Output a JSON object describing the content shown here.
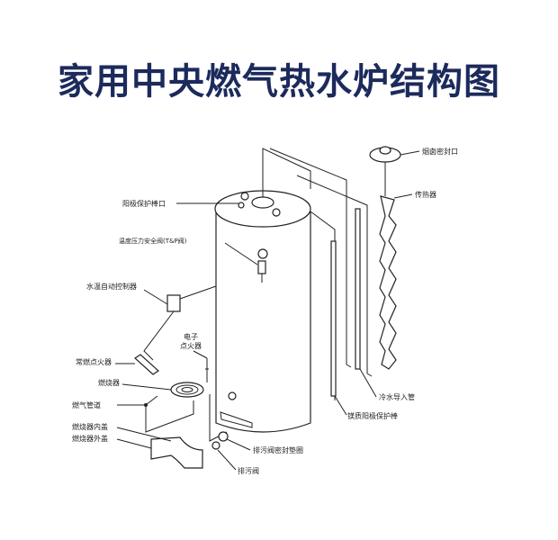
{
  "title": "家用中央燃气热水炉结构图",
  "labels": {
    "anode_port": "阳极保护棒口",
    "tp_valve": "温度压力安全阀(T&P阀)",
    "thermostat": "水温自动控制器",
    "electronic_igniter_1": "电子",
    "electronic_igniter_2": "点火器",
    "pilot": "常燃点火器",
    "burner": "燃烧器",
    "gas_pipe": "燃气管道",
    "burner_inner_cover": "燃烧器内盖",
    "burner_outer_cover": "燃烧器外盖",
    "drain_gasket": "排污阀密封垫圈",
    "drain_valve": "排污阀",
    "mg_anode": "镁质阳极保护棒",
    "cold_inlet": "冷水导入管",
    "heat_exchanger": "传热器",
    "flue_seal": "烟囱密封口"
  }
}
